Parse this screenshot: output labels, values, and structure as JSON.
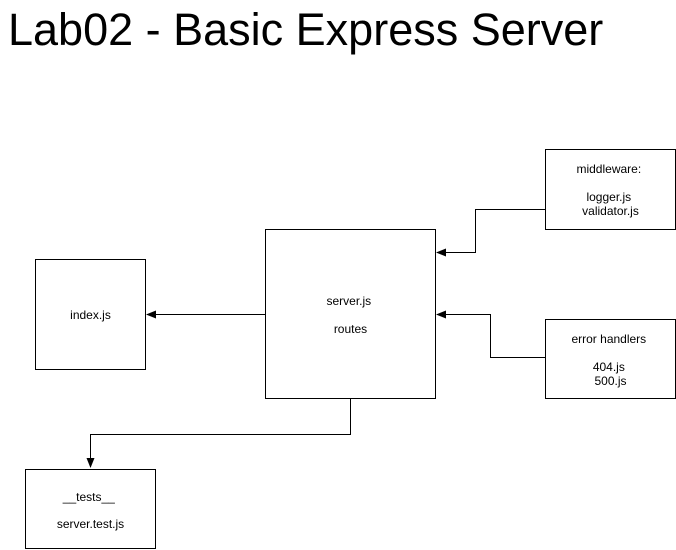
{
  "title": "Lab02 - Basic Express Server",
  "nodes": {
    "middleware": {
      "lines": [
        "middleware:",
        "",
        "logger.js",
        "validator.js"
      ]
    },
    "server": {
      "lines": [
        "server.js",
        "",
        "routes"
      ]
    },
    "index": {
      "lines": [
        "index.js"
      ]
    },
    "error_handlers": {
      "lines": [
        "error handlers",
        "",
        "404.js",
        "500.js"
      ]
    },
    "tests": {
      "lines": [
        "__tests__",
        "",
        "server.test.js"
      ]
    }
  },
  "edges": [
    {
      "from": "middleware",
      "to": "server"
    },
    {
      "from": "error_handlers",
      "to": "server"
    },
    {
      "from": "server",
      "to": "index"
    },
    {
      "from": "server",
      "to": "tests"
    }
  ],
  "colors": {
    "stroke": "#000000",
    "fill": "#ffffff",
    "text": "#000000"
  }
}
